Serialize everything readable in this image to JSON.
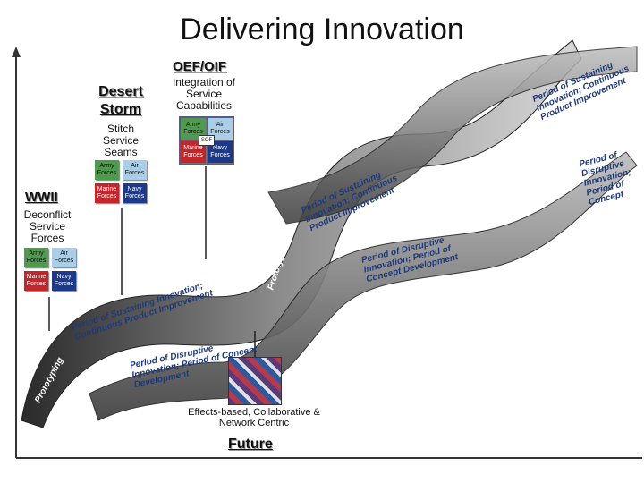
{
  "title": "Delivering Innovation",
  "eras": {
    "wwii": "WWII",
    "desert_storm": "Desert Storm",
    "oef_oif": "OEF/OIF",
    "future": "Future"
  },
  "captions": {
    "deconflict": "Deconflict Service Forces",
    "stitch": "Stitch Service Seams",
    "integration": "Integration of Service Capabilities",
    "effects": "Effects-based, Collaborative & Network Centric"
  },
  "services": {
    "army": "Army Forces",
    "air": "Air Forces",
    "marine": "Marine Forces",
    "navy": "Navy Forces",
    "sof": "SOF"
  },
  "wave_labels": {
    "proto": "Prototyping",
    "disruptive": "Period of Disruptive Innovation; Period of Concept Development",
    "sustaining": "Period of Sustaining Innovation; Continuous Product Improvement",
    "disruptive_cut": "Period of Disruptive Innovation; Period of Concept",
    "sustaining_cut": "Period of Sustaining Innovation; Continuous Product Improvement"
  },
  "colors": {
    "arrow_dark": "#2f2f2f",
    "arrow_light": "#c9c9c9",
    "label": "#1f3a7a"
  }
}
